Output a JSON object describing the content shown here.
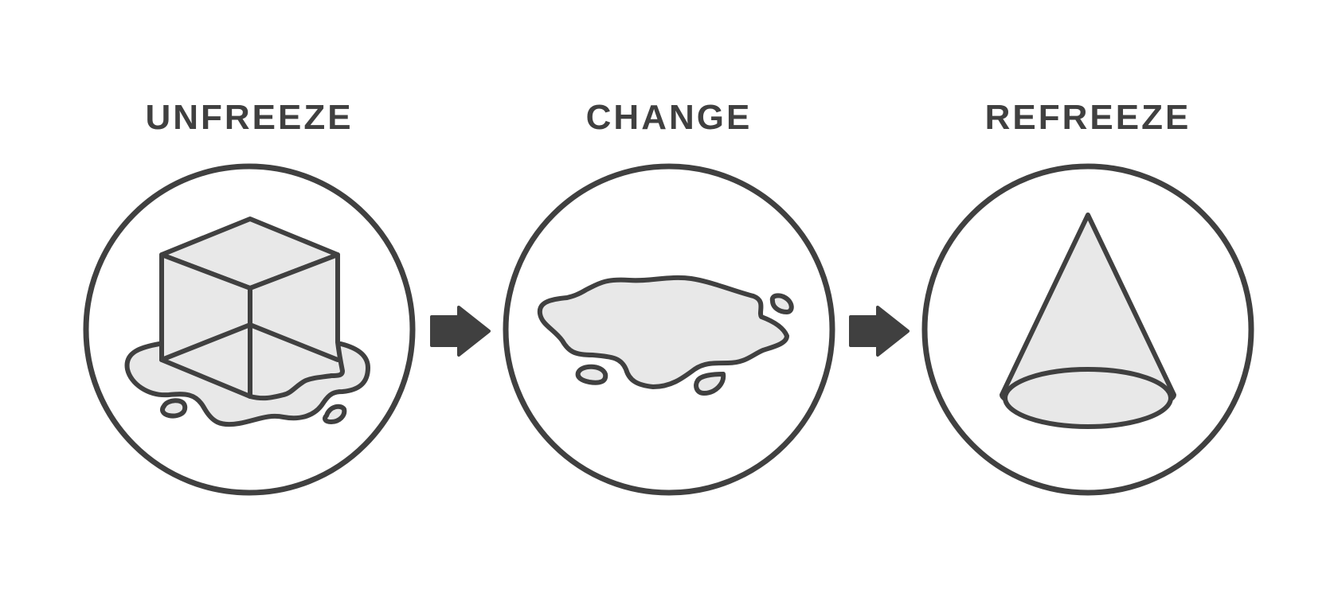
{
  "colors": {
    "stroke": "#404040",
    "fill": "#e8e8e8",
    "background": "#ffffff",
    "text": "#404040"
  },
  "stages": [
    {
      "label": "UNFREEZE",
      "icon": "melting-ice-cube-icon"
    },
    {
      "label": "CHANGE",
      "icon": "water-puddle-icon"
    },
    {
      "label": "REFREEZE",
      "icon": "ice-cone-icon"
    }
  ],
  "connectors": [
    {
      "icon": "arrow-right-icon"
    },
    {
      "icon": "arrow-right-icon"
    }
  ]
}
